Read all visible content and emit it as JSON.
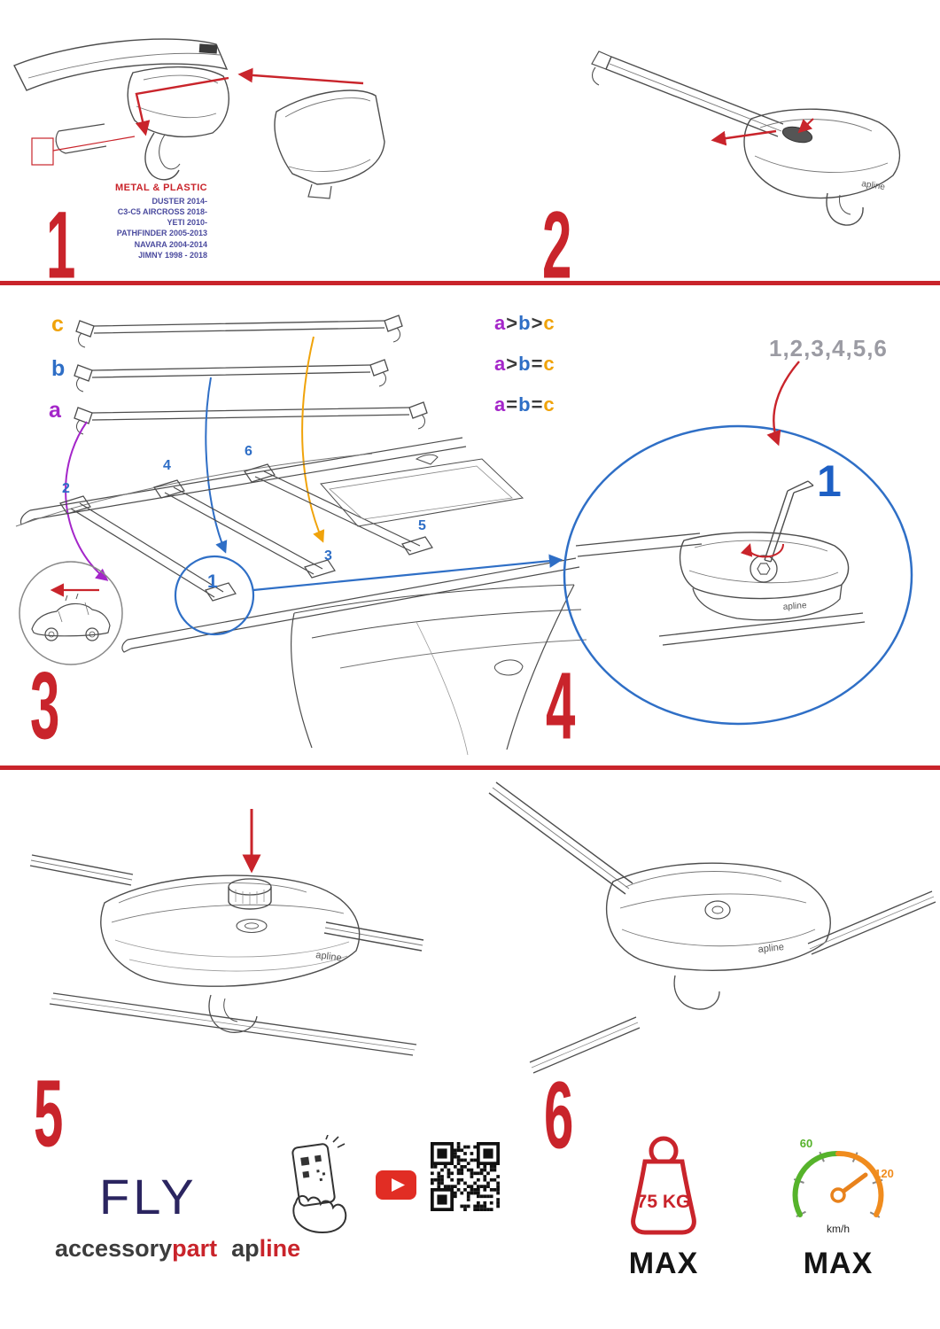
{
  "brand_small": "apline",
  "step1": {
    "num": "1",
    "material": "METAL & PLASTIC",
    "models": [
      "DUSTER 2014-",
      "C3-C5 AIRCROSS 2018-",
      "YETI 2010-",
      "PATHFINDER 2005-2013",
      "NAVARA 2004-2014",
      "JIMNY 1998 - 2018"
    ]
  },
  "step2": {
    "num": "2"
  },
  "step3": {
    "num": "3",
    "bar_labels": {
      "c": "c",
      "b": "b",
      "a": "a"
    },
    "legend_rows": [
      {
        "a": "a",
        "o1": ">",
        "b": "b",
        "o2": ">",
        "c": "c"
      },
      {
        "a": "a",
        "o1": ">",
        "b": "b",
        "o2": "=",
        "c": "c"
      },
      {
        "a": "a",
        "o1": "=",
        "b": "b",
        "o2": "=",
        "c": "c"
      }
    ],
    "positions": {
      "p1": "1",
      "p2": "2",
      "p3": "3",
      "p4": "4",
      "p5": "5",
      "p6": "6"
    }
  },
  "step4": {
    "num": "4",
    "sequence": "1,2,3,4,5,6",
    "highlight": "1"
  },
  "step5": {
    "num": "5"
  },
  "step6": {
    "num": "6"
  },
  "footer": {
    "product": "FLY",
    "brand_accessory": "accessory",
    "brand_part": "part",
    "brand_ap": "ap",
    "brand_line": "line",
    "weight": "75 KG",
    "weight_max": "MAX",
    "speed_low": "60",
    "speed_high": "120",
    "speed_unit": "km/h",
    "speed_max": "MAX"
  }
}
